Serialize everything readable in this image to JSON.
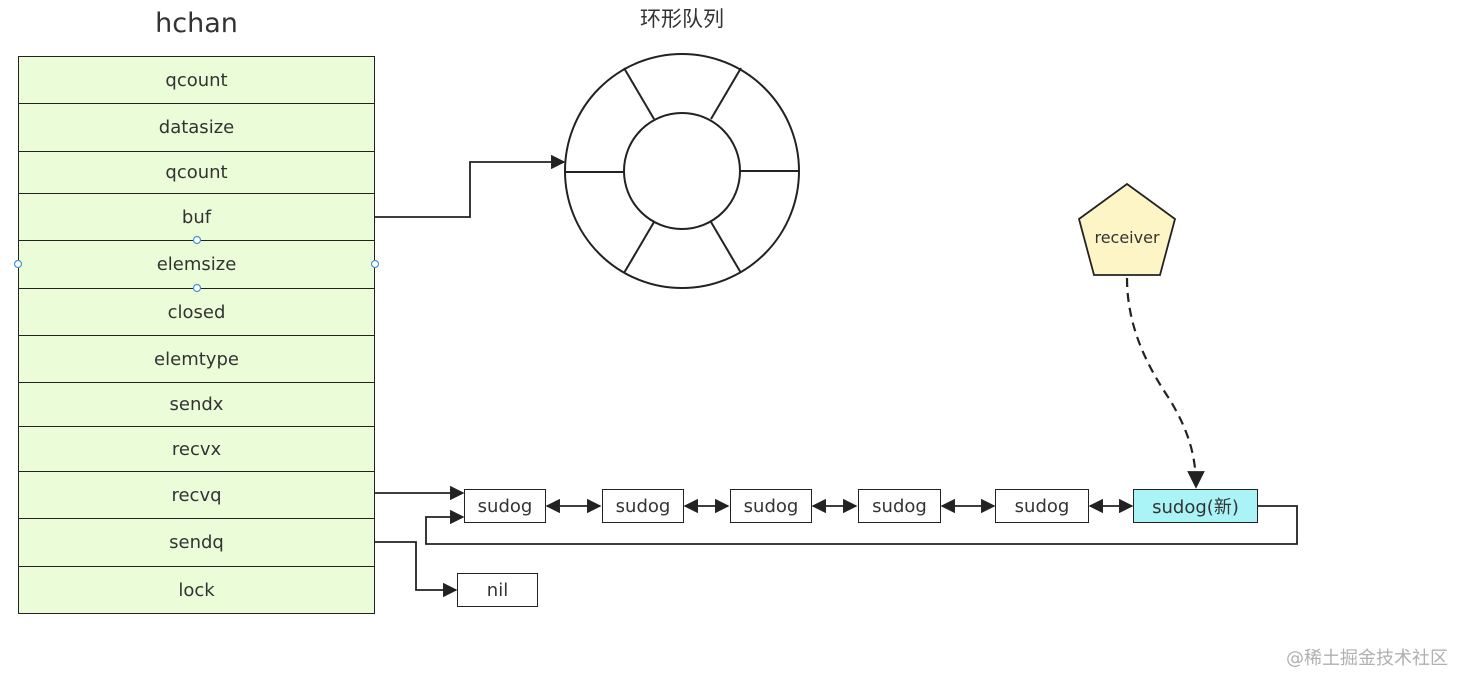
{
  "hchan": {
    "title": "hchan",
    "fields": [
      "qcount",
      "datasize",
      "qcount",
      "buf",
      "elemsize",
      "closed",
      "elemtype",
      "sendx",
      "recvx",
      "recvq",
      "sendq",
      "lock"
    ],
    "background": "#ebfcd8"
  },
  "ring": {
    "title": "环形队列"
  },
  "queue": {
    "nodes": [
      "sudog",
      "sudog",
      "sudog",
      "sudog",
      "sudog",
      "sudog(新)"
    ],
    "new_node_color": "#aaf3f7"
  },
  "nil_label": "nil",
  "receiver": {
    "label": "receiver",
    "color": "#fdf5c6"
  },
  "watermark": "@稀土掘金技术社区"
}
